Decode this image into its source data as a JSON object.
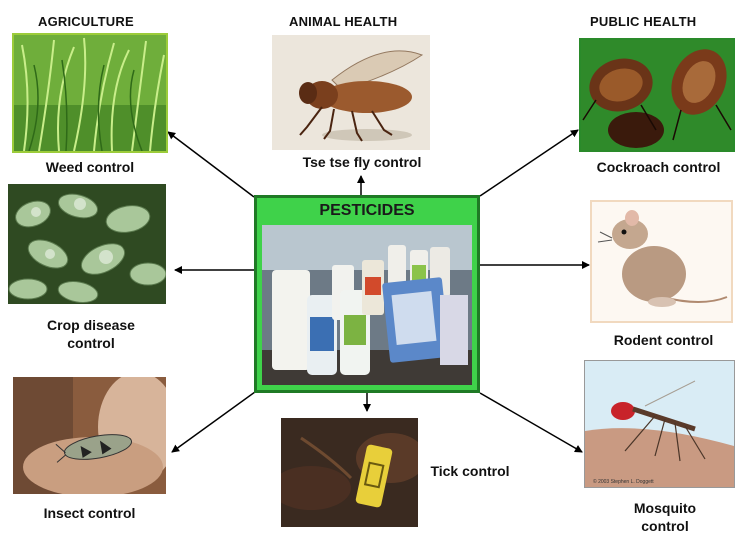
{
  "sections": {
    "agriculture": "AGRICULTURE",
    "animal_health": "ANIMAL HEALTH",
    "public_health": "PUBLIC HEALTH"
  },
  "center": {
    "title": "PESTICIDES"
  },
  "labels": {
    "weed": "Weed control",
    "crop_disease_1": "Crop disease",
    "crop_disease_2": "control",
    "insect": "Insect control",
    "tsetse": "Tse tse fly control",
    "tick": "Tick control",
    "cockroach": "Cockroach control",
    "rodent": "Rodent control",
    "mosquito_1": "Mosquito",
    "mosquito_2": "control"
  },
  "photo_credit": "© 2003 Stephen L. Doggett",
  "colors": {
    "center_fill": "#3fd24a",
    "center_border": "#1f7a25",
    "arrow": "#000000"
  }
}
